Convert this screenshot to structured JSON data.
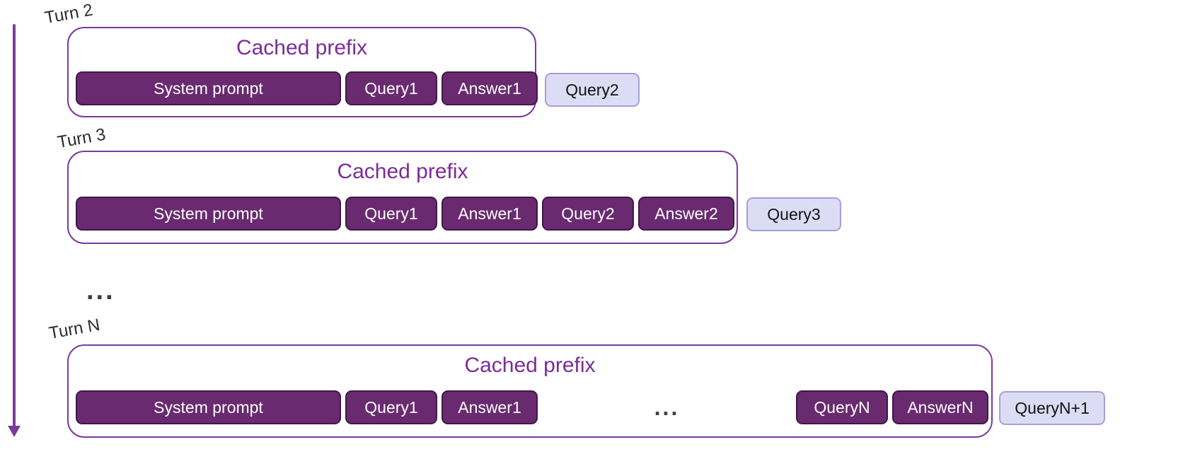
{
  "turns": [
    {
      "label": "Turn 2",
      "title": "Cached prefix",
      "blocks": [
        "System prompt",
        "Query1",
        "Answer1"
      ],
      "next_query": "Query2"
    },
    {
      "label": "Turn 3",
      "title": "Cached prefix",
      "blocks": [
        "System prompt",
        "Query1",
        "Answer1",
        "Query2",
        "Answer2"
      ],
      "next_query": "Query3"
    },
    {
      "label": "Turn N",
      "title": "Cached prefix",
      "blocks_left": [
        "System prompt",
        "Query1",
        "Answer1"
      ],
      "inner_ellipsis": "...",
      "blocks_right": [
        "QueryN",
        "AnswerN"
      ],
      "next_query": "QueryN+1"
    }
  ],
  "between_ellipsis": "...",
  "colors": {
    "cached_block_fill": "#692a70",
    "cached_block_border": "#40184a",
    "container_border": "#7a3b9b",
    "title_text": "#792d96",
    "new_query_fill": "#dddcf5",
    "new_query_border": "#a89ed8",
    "arrow": "#7a3b9b",
    "ellipsis_text": "#3d3b47",
    "turn_label_text": "#2b2b2b"
  }
}
